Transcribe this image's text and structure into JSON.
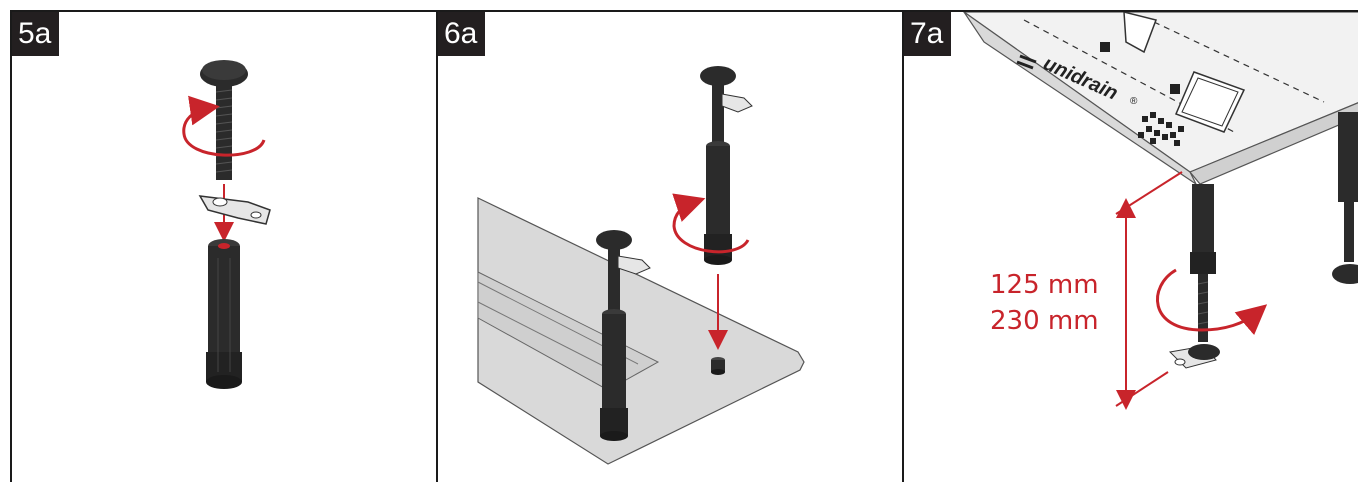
{
  "panels": [
    {
      "step": "5a"
    },
    {
      "step": "6a"
    },
    {
      "step": "7a"
    }
  ],
  "brand": {
    "name": "unidrain",
    "mark": "®"
  },
  "measurements": {
    "min": "125 mm",
    "max": "230 mm"
  },
  "colors": {
    "arrow": "#c8242b",
    "part": "#2b2b2b",
    "plate": "#d9d9d9",
    "label_bg": "#231f20"
  }
}
